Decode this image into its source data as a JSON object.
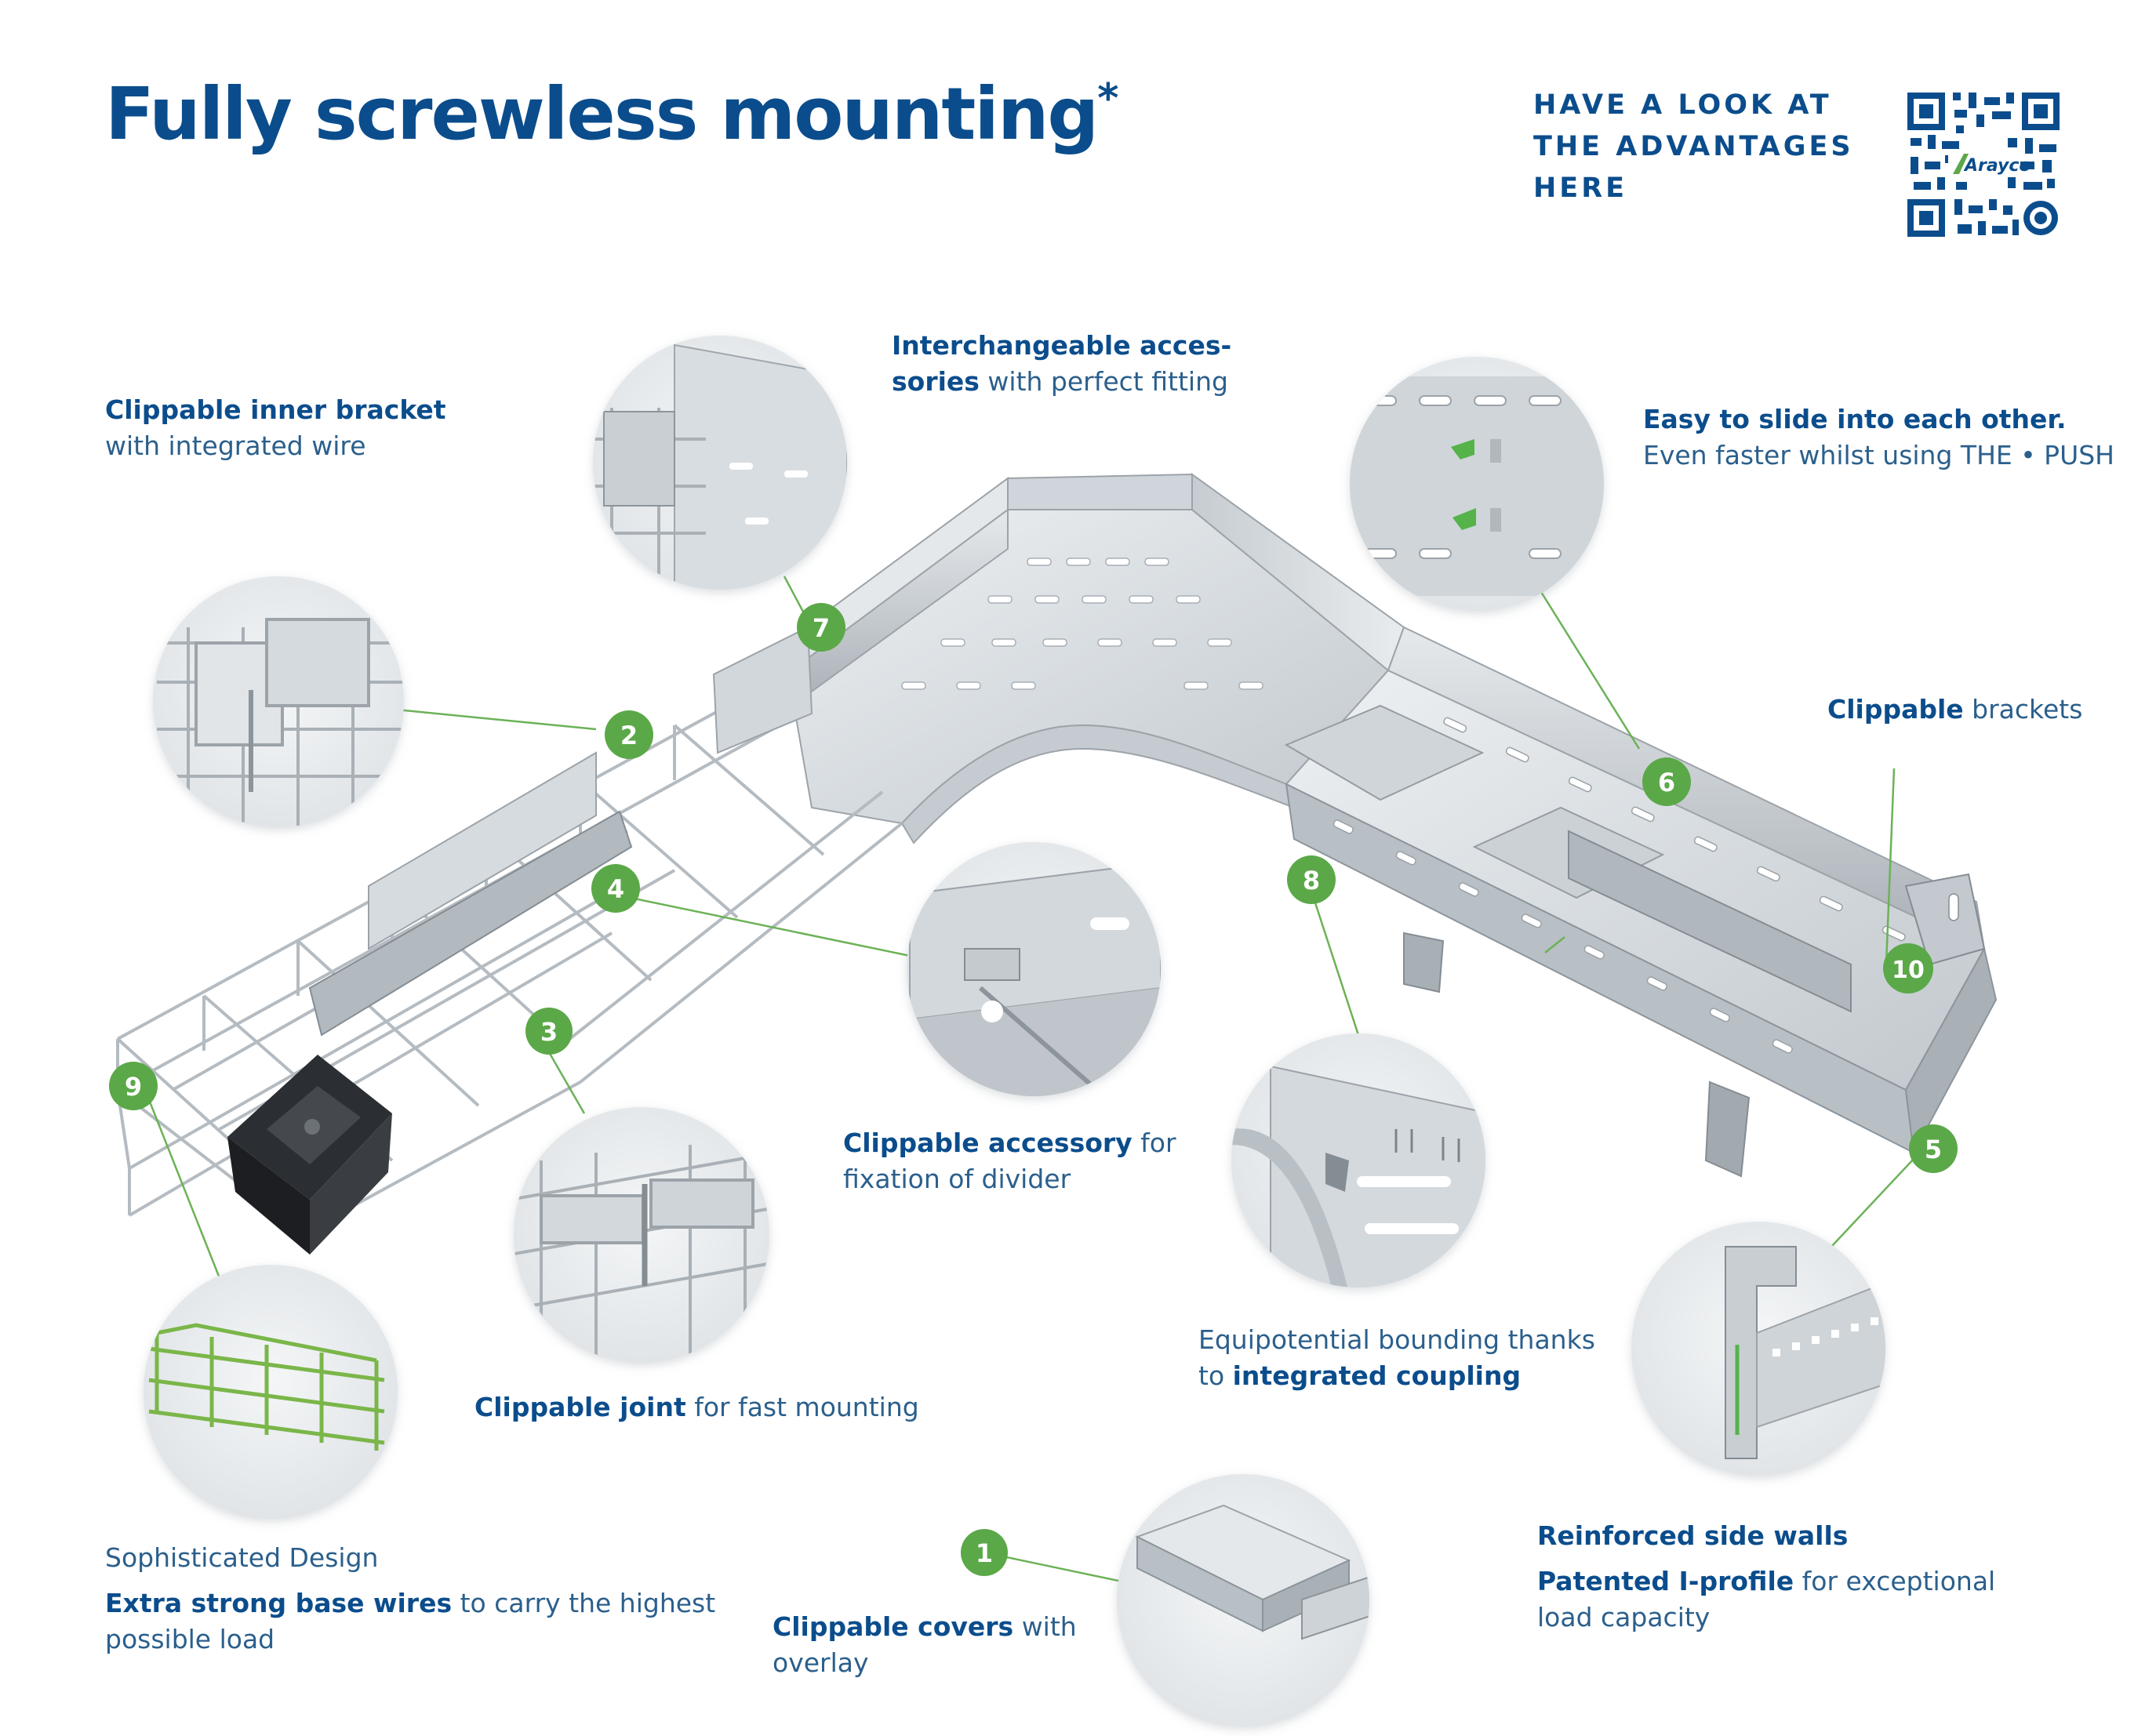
{
  "header": {
    "title": "Fully screwless mounting",
    "title_mark": "*",
    "qr_lines": [
      "HAVE A LOOK AT",
      "THE ADVANTAGES",
      "HERE"
    ],
    "qr_brand": "Arayco"
  },
  "markers": [
    "1",
    "2",
    "3",
    "4",
    "5",
    "6",
    "7",
    "8",
    "9",
    "10"
  ],
  "callouts": {
    "c1": {
      "bold": "Clippable covers",
      "rest": " with",
      "line2": "overlay"
    },
    "c2": {
      "bold": "Clippable inner bracket",
      "line2": "with integrated wire"
    },
    "c3": {
      "bold": "Clippable joint",
      "rest": " for fast mounting"
    },
    "c4": {
      "bold": "Clippable accessory",
      "rest": " for",
      "line2": "fixation of divider"
    },
    "c5": {
      "bold": "Reinforced side walls",
      "bold2": "Patented I-profile",
      "rest2": " for exceptional",
      "line3": "load capacity"
    },
    "c6": {
      "bold": "Easy to slide into each other.",
      "line2": "Even faster whilst using THE • PUSH"
    },
    "c7": {
      "bold": "Interchangeable acces-",
      "bold2": "sories",
      "rest2": " with perfect fitting"
    },
    "c8": {
      "line1": "Equipotential bounding thanks",
      "pre2": "to ",
      "bold2": "integrated coupling"
    },
    "c9": {
      "line1": "Sophisticated Design",
      "bold2": "Extra strong base wires",
      "rest2": " to carry the highest",
      "line3": "possible load"
    },
    "c10": {
      "bold": "Clippable",
      "rest": " brackets"
    }
  },
  "colors": {
    "brand_blue": "#0b4d8c",
    "text_blue": "#2b5f8c",
    "marker_green": "#5ba848",
    "leader_green": "#6bb257",
    "steel_light": "#dde2e6",
    "steel_mid": "#b9c0c6",
    "steel_dark": "#8d959c",
    "mesh_green": "#7ab648"
  }
}
